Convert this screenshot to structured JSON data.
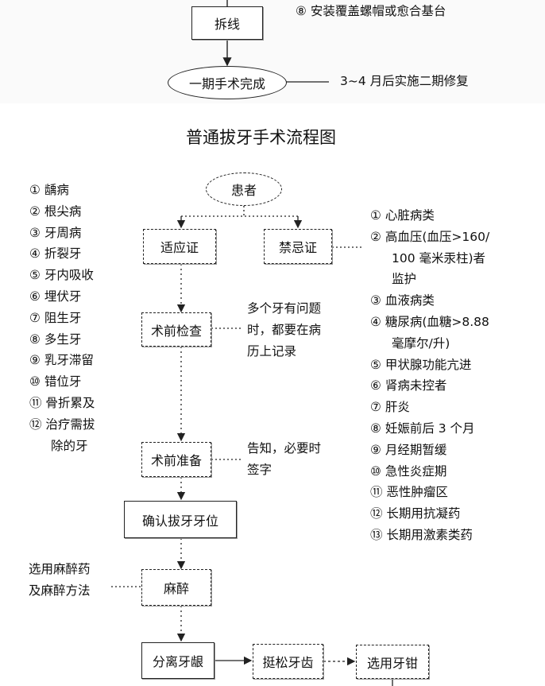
{
  "top": {
    "step8": "⑧ 安装覆盖螺帽或愈合基台",
    "suture_removal": "拆线",
    "phase1_done": "一期手术完成",
    "phase2_note": "3~4 月后实施二期修复"
  },
  "flow_title": "普通拔牙手术流程图",
  "nodes": {
    "patient": "患者",
    "indications": "适应证",
    "contraindications": "禁忌证",
    "preop_exam": "术前检查",
    "preop_prep": "术前准备",
    "confirm_tooth": "确认拔牙牙位",
    "anesthesia": "麻醉",
    "separate_gingiva": "分离牙龈",
    "loosen_tooth": "挺松牙齿",
    "select_forceps": "选用牙钳"
  },
  "notes": {
    "exam_note": [
      "多个牙有问题",
      "时，都要在病",
      "历上记录"
    ],
    "prep_note": [
      "告知，必要时",
      "签字"
    ],
    "anesthesia_note": [
      "选用麻醉药",
      "及麻醉方法"
    ]
  },
  "indications_list": [
    "① 龋病",
    "② 根尖病",
    "③ 牙周病",
    "④ 折裂牙",
    "⑤ 牙内吸收",
    "⑥ 埋伏牙",
    "⑦ 阻生牙",
    "⑧ 多生牙",
    "⑨ 乳牙滞留",
    "⑩ 错位牙",
    "⑪ 骨折累及",
    "⑫ 治疗需拔",
    "除的牙"
  ],
  "contraindications_list": [
    "① 心脏病类",
    "② 高血压(血压>160/",
    "100 毫米汞柱)者",
    "监护",
    "③ 血液病类",
    "④ 糖尿病(血糖>8.88",
    "毫摩尔/升)",
    "⑤ 甲状腺功能亢进",
    "⑥ 肾病未控者",
    "⑦ 肝炎",
    "⑧ 妊娠前后 3 个月",
    "⑨ 月经期暂缓",
    "⑩ 急性炎症期",
    "⑪ 恶性肿瘤区",
    "⑫ 长期用抗凝药",
    "⑬ 长期用激素类药"
  ]
}
